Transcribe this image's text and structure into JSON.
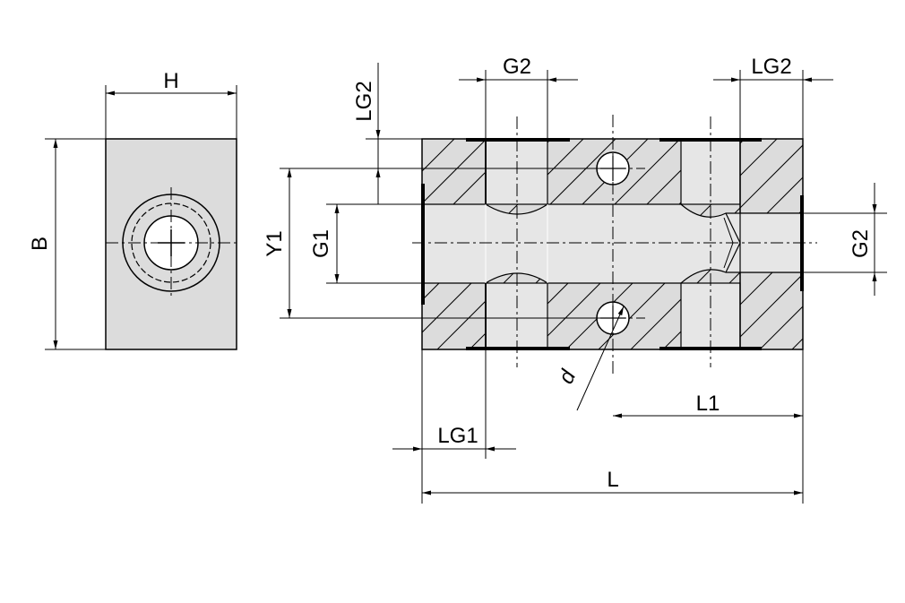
{
  "colors": {
    "body": "#dcdcdc",
    "line": "#000000",
    "background": "#ffffff"
  },
  "labels": {
    "h": "H",
    "b": "B",
    "lg2_vertical": "LG2",
    "y1": "Y1",
    "g1": "G1",
    "g2_top": "G2",
    "lg2_top": "LG2",
    "g2_right": "G2",
    "d": "d",
    "l1": "L1",
    "lg1": "LG1",
    "l": "L"
  }
}
